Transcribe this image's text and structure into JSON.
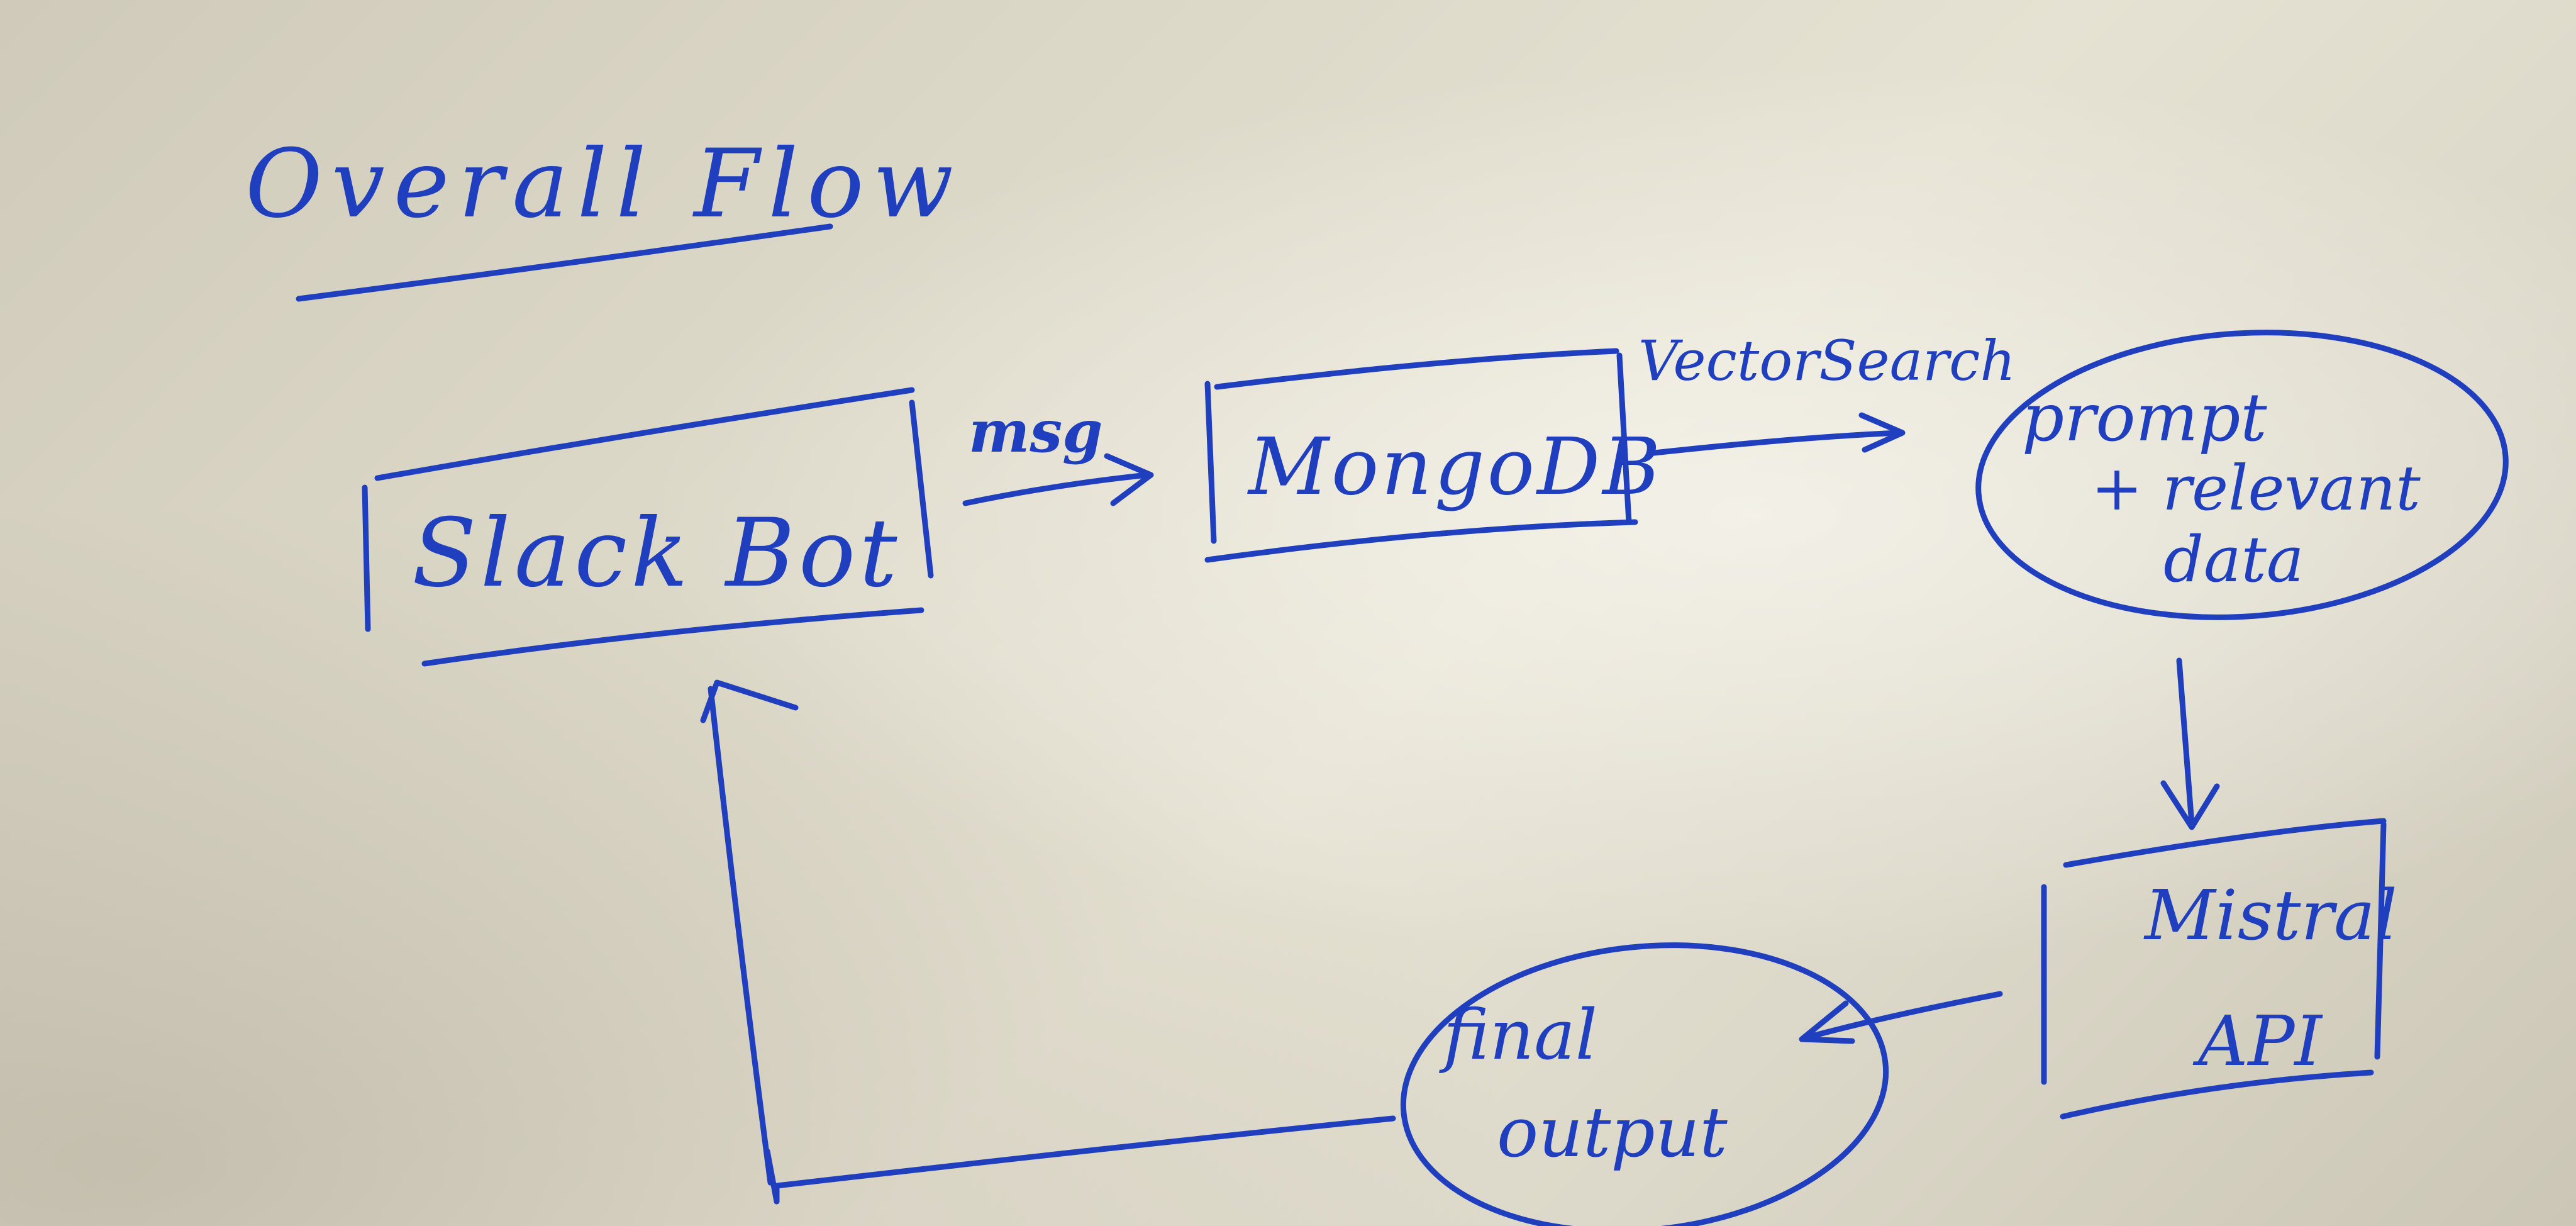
{
  "title": "Overall Flow",
  "nodes": {
    "slack_bot": "Slack Bot",
    "mongodb": "MongoDB",
    "prompt": {
      "line1": "prompt",
      "line2": "+ relevant",
      "line3": "data"
    },
    "mistral": {
      "line1": "Mistral",
      "line2": "API"
    },
    "final_output": {
      "line1": "final",
      "line2": "output"
    }
  },
  "edges": {
    "slack_to_mongo": "msg",
    "mongo_to_prompt": "VectorSearch"
  },
  "colors": {
    "ink": "#1f3fbf",
    "paper": "#dcd8c8"
  }
}
